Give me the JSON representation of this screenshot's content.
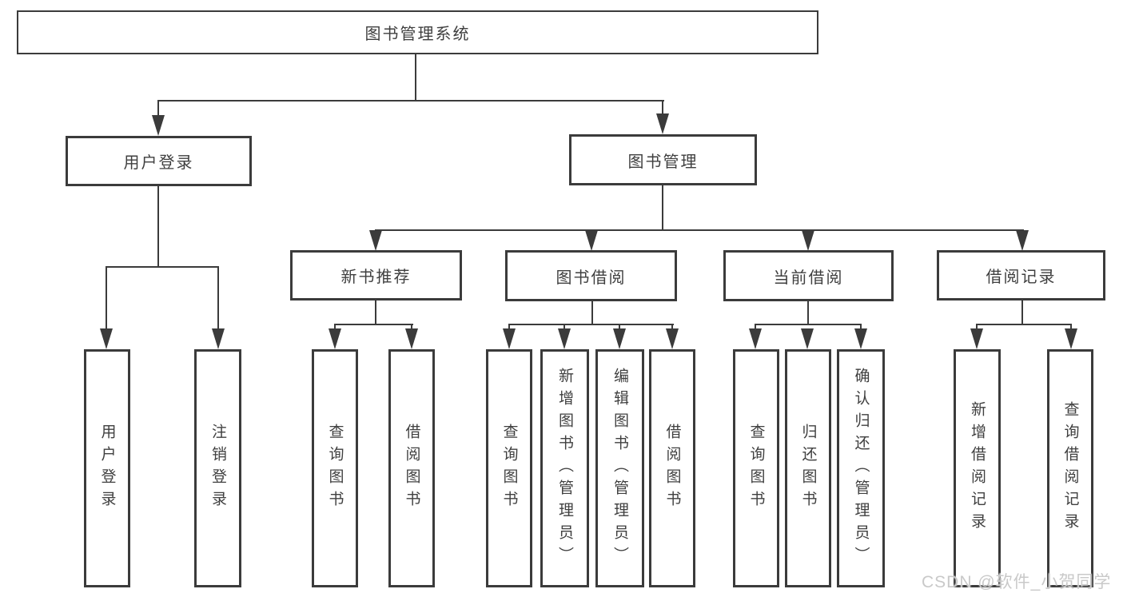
{
  "colors": {
    "line": "#3b3b3b",
    "text": "#3f3f3f",
    "background": "#ffffff",
    "watermark": "#c9c9c9"
  },
  "watermark": {
    "text": "CSDN @软件_小贺同学"
  },
  "tree": {
    "label": "图书管理系统",
    "children": [
      {
        "label": "用户登录",
        "children": [
          {
            "label": "用户登录"
          },
          {
            "label": "注销登录"
          }
        ]
      },
      {
        "label": "图书管理",
        "children": [
          {
            "label": "新书推荐",
            "children": [
              {
                "label": "查询图书"
              },
              {
                "label": "借阅图书"
              }
            ]
          },
          {
            "label": "图书借阅",
            "children": [
              {
                "label": "查询图书"
              },
              {
                "label": "新增图书（管理员）"
              },
              {
                "label": "编辑图书（管理员）"
              },
              {
                "label": "借阅图书"
              }
            ]
          },
          {
            "label": "当前借阅",
            "children": [
              {
                "label": "查询图书"
              },
              {
                "label": "归还图书"
              },
              {
                "label": "确认归还（管理员）"
              }
            ]
          },
          {
            "label": "借阅记录",
            "children": [
              {
                "label": "新增借阅记录"
              },
              {
                "label": "查询借阅记录"
              }
            ]
          }
        ]
      }
    ]
  }
}
